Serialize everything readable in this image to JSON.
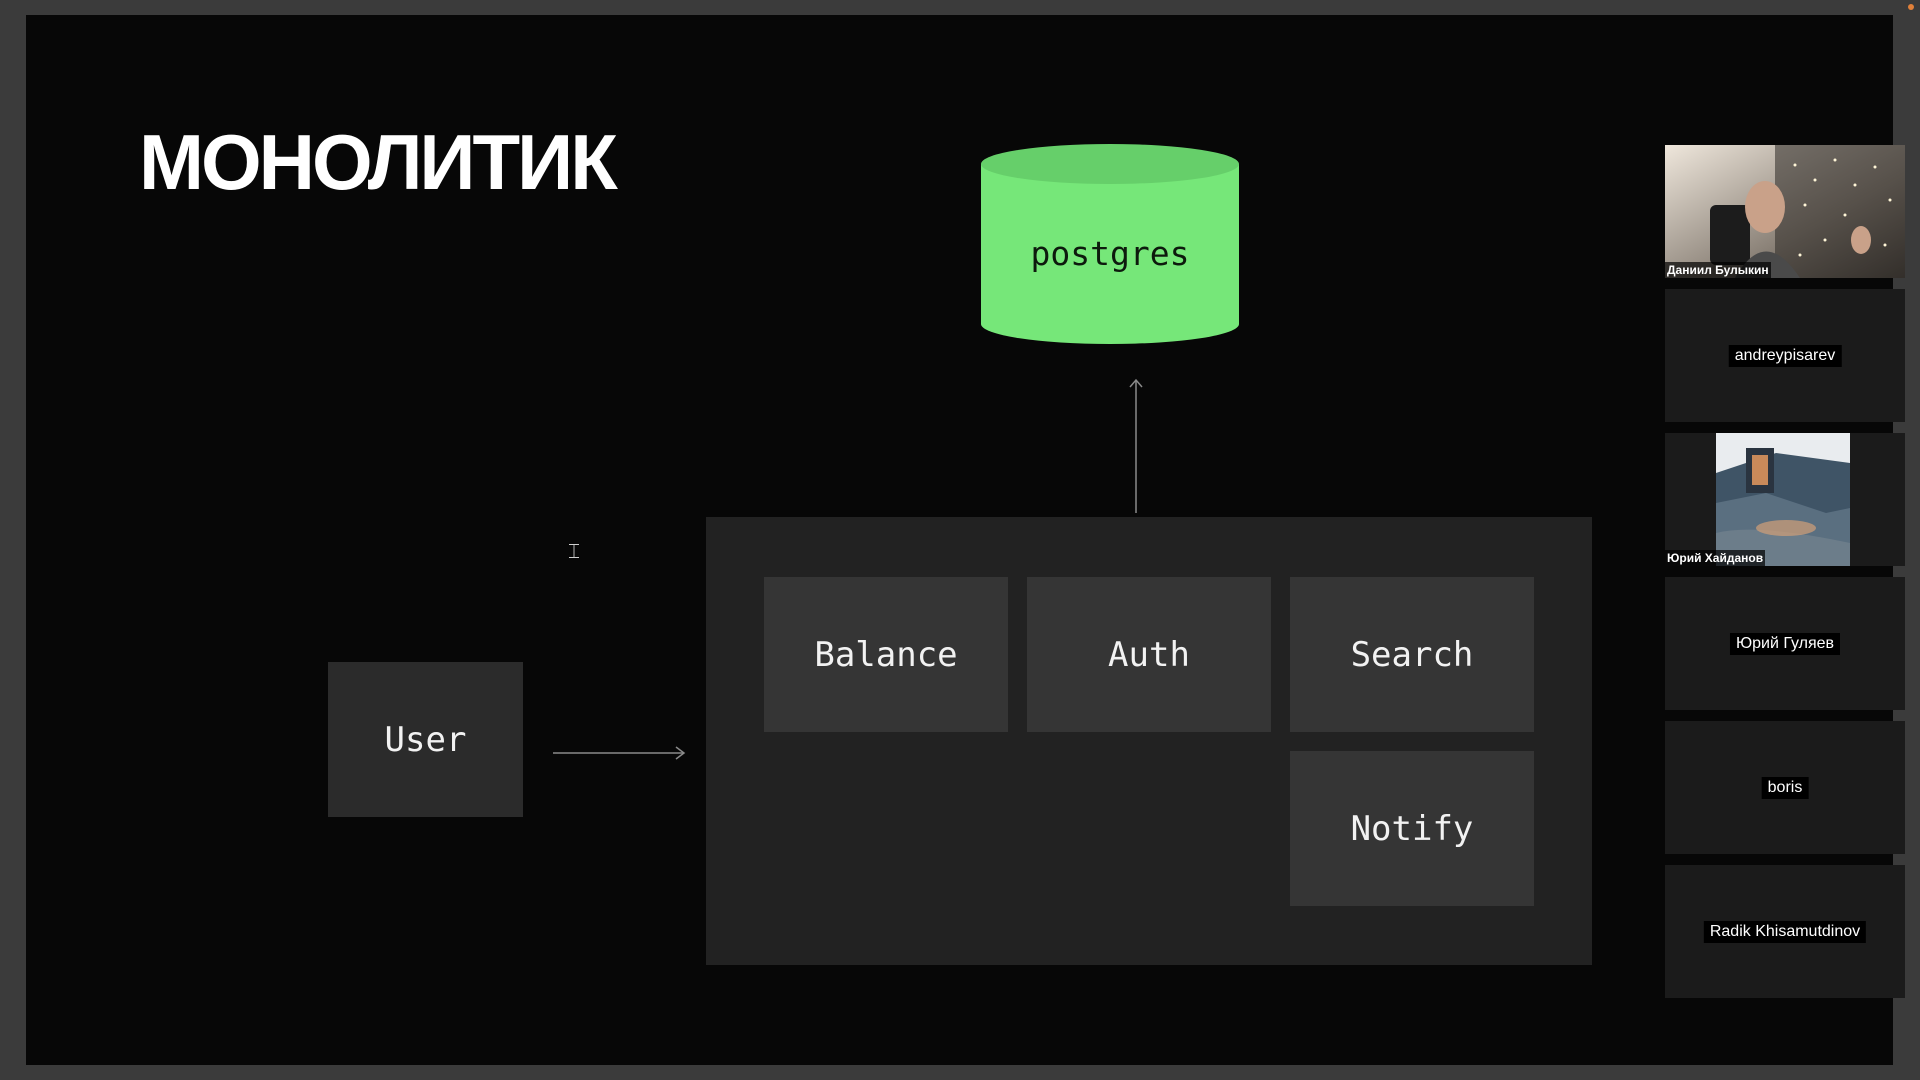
{
  "slide": {
    "title": "МОНОЛИТИК",
    "database": {
      "label": "postgres",
      "color": "#76e779"
    },
    "user_box": {
      "label": "User"
    },
    "monolith": {
      "services": [
        {
          "label": "Balance"
        },
        {
          "label": "Auth"
        },
        {
          "label": "Search"
        },
        {
          "label": "Notify"
        }
      ]
    }
  },
  "participants": [
    {
      "name": "Даниил Булыкин",
      "video": true
    },
    {
      "name": "andreypisarev",
      "video": false
    },
    {
      "name": "Юрий Хайданов",
      "video": true
    },
    {
      "name": "Юрий Гуляев",
      "video": false
    },
    {
      "name": "boris",
      "video": false
    },
    {
      "name": "Radik Khisamutdinov",
      "video": false
    }
  ],
  "colors": {
    "slide_background": "#070707",
    "box": "#2b2b2b",
    "monolith": "#222222",
    "service": "#353535",
    "accent_green": "#76e779"
  },
  "icons": {
    "cursor": "text-cursor-icon",
    "recording": "status-dot-icon"
  }
}
